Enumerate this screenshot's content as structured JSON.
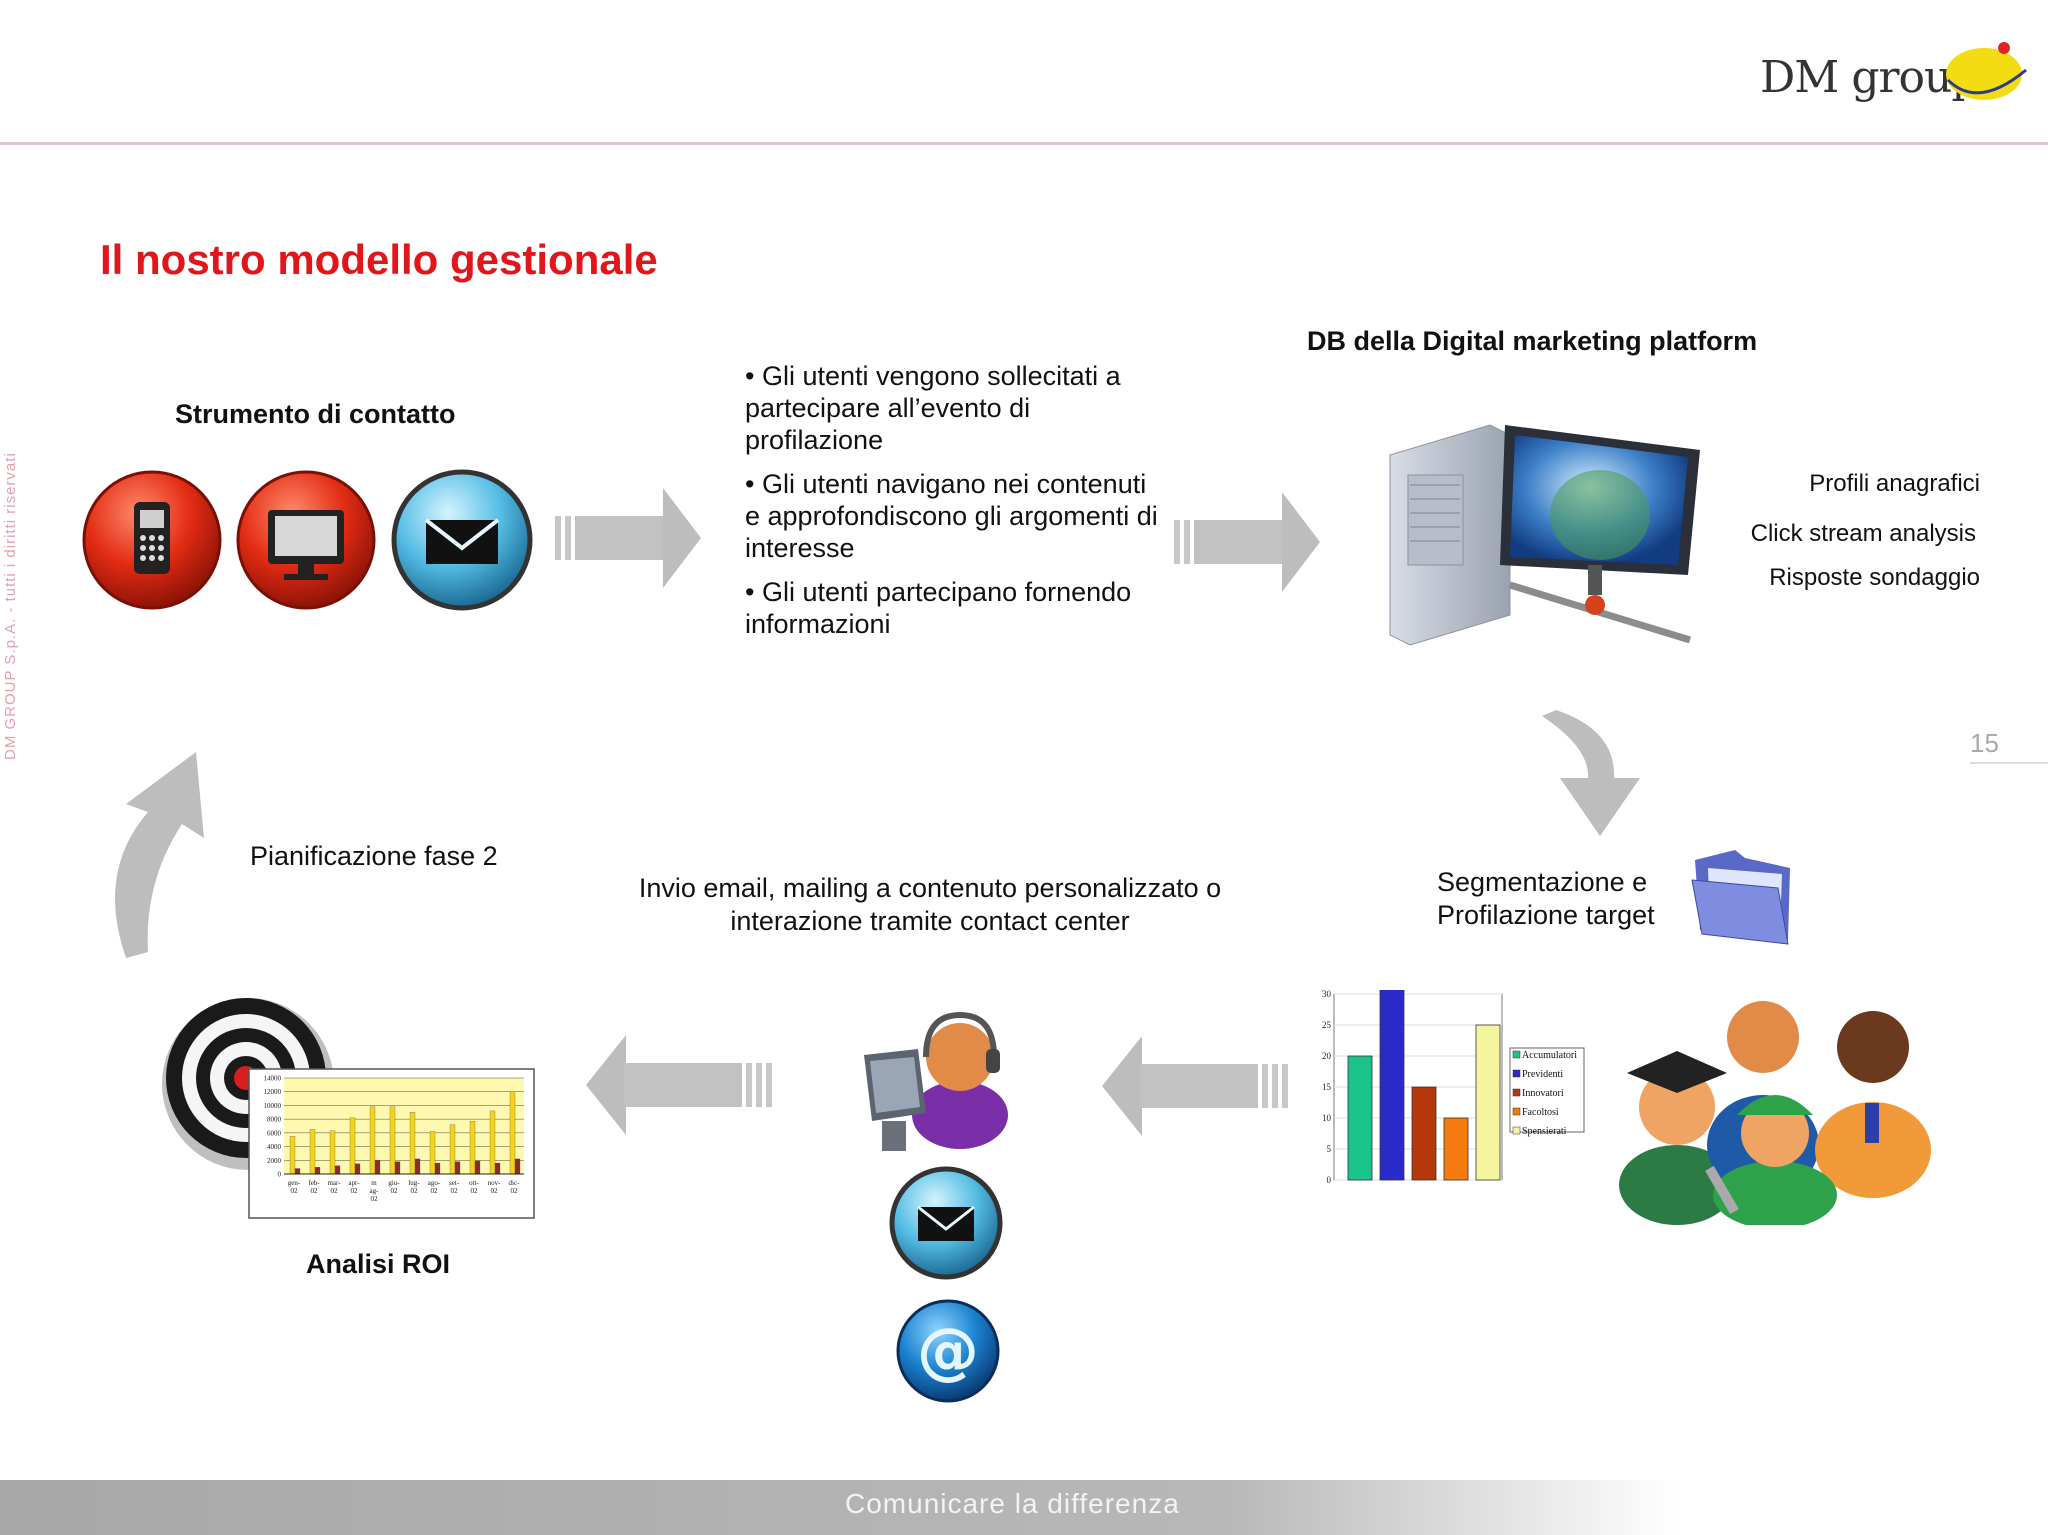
{
  "brand": {
    "logo_text": "DM group"
  },
  "title": "Il nostro modello gestionale",
  "vertical_note": "DM GROUP S.p.A. - tutti i diritti riservati",
  "page_number": "15",
  "footer": "Comunicare la differenza",
  "contact_tool": {
    "label": "Strumento di  contatto",
    "icons": [
      "mobile-phone-icon",
      "computer-monitor-icon",
      "envelope-icon"
    ]
  },
  "process_bullets": [
    "• Gli utenti vengono sollecitati a partecipare all’evento di profilazione",
    "• Gli utenti navigano nei contenuti e approfondiscono gli argomenti di interesse",
    "• Gli utenti partecipano fornendo informazioni"
  ],
  "db": {
    "title": "DB della Digital marketing platform",
    "items": [
      "Profili anagrafici",
      "Click stream analysis",
      "Risposte sondaggio"
    ]
  },
  "segmentation_label": "Segmentazione e Profilazione target",
  "sending_label": "Invio email, mailing a contenuto personalizzato o interazione tramite contact center",
  "planning_label": "Pianificazione fase 2",
  "roi_label": "Analisi ROI",
  "colors": {
    "title": "#e0161a",
    "arrow": "#bdbdbd",
    "footer": "#a8a8a8"
  },
  "chart_data": [
    {
      "type": "bar",
      "categories": [
        "Accumulatori",
        "Previdenti",
        "Innovatori",
        "Facoltosi",
        "Spensierati"
      ],
      "values": [
        20,
        31,
        15,
        10,
        25
      ],
      "colors": [
        "#19c38a",
        "#2a2ac8",
        "#b4380c",
        "#f57a10",
        "#f5f5a0"
      ],
      "ylim": [
        0,
        30
      ],
      "yticks": [
        "0",
        "5",
        "10",
        "15",
        "20",
        "25",
        "30"
      ],
      "legend": "right"
    },
    {
      "type": "bar",
      "categories": [
        "gen-02",
        "feb-02",
        "mar-02",
        "apr-02",
        "m ag-02",
        "giu-02",
        "lug-02",
        "ago-02",
        "set-02",
        "ott-02",
        "nov-02",
        "dic-02"
      ],
      "x_labels": [
        [
          "gen-",
          "02"
        ],
        [
          "feb-",
          "02"
        ],
        [
          "mar-",
          "02"
        ],
        [
          "apr-",
          "02"
        ],
        [
          "m",
          "ag-",
          "02"
        ],
        [
          "giu-",
          "02"
        ],
        [
          "lug-",
          "02"
        ],
        [
          "ago-",
          "02"
        ],
        [
          "set-",
          "02"
        ],
        [
          "ott-",
          "02"
        ],
        [
          "nov-",
          "02"
        ],
        [
          "dic-",
          "02"
        ]
      ],
      "series": [
        {
          "values": [
            5500,
            6500,
            6300,
            8200,
            9800,
            9800,
            9000,
            6200,
            7200,
            7700,
            9200,
            12000
          ],
          "color": "#f2d31e"
        },
        {
          "values": [
            800,
            1000,
            1200,
            1500,
            2000,
            1800,
            2200,
            1600,
            1800,
            1900,
            1600,
            2200
          ],
          "color": "#8b2c2c"
        }
      ],
      "ylim": [
        0,
        14000
      ],
      "yticks": [
        "0",
        "2000",
        "4000",
        "6000",
        "8000",
        "10000",
        "12000",
        "14000"
      ]
    }
  ]
}
